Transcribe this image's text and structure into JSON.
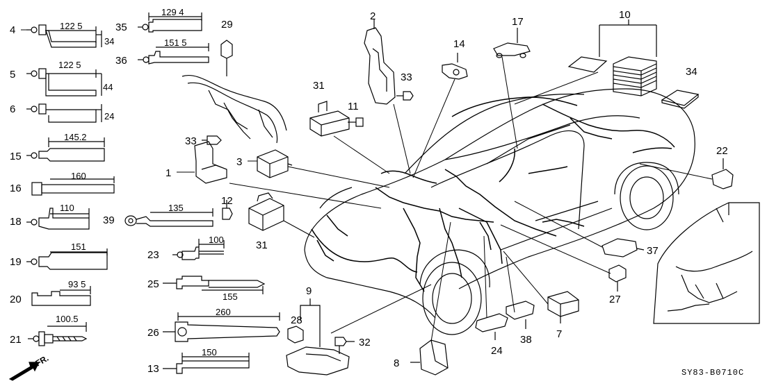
{
  "diagram": {
    "code": "SY83-B0710C",
    "direction_label": "FR.",
    "callouts": {
      "p1": "1",
      "p2": "2",
      "p3": "3",
      "p4": "4",
      "p5": "5",
      "p6": "6",
      "p7": "7",
      "p8": "8",
      "p9": "9",
      "p10": "10",
      "p11": "11",
      "p12": "12",
      "p13": "13",
      "p14": "14",
      "p15": "15",
      "p16": "16",
      "p17": "17",
      "p18": "18",
      "p19": "19",
      "p20": "20",
      "p21": "21",
      "p22": "22",
      "p23": "23",
      "p24": "24",
      "p25": "25",
      "p26": "26",
      "p27": "27",
      "p28": "28",
      "p29": "29",
      "p31a": "31",
      "p31b": "31",
      "p32": "32",
      "p33a": "33",
      "p33b": "33",
      "p34": "34",
      "p35": "35",
      "p36": "36",
      "p37": "37",
      "p38": "38",
      "p39": "39"
    },
    "dimensions": {
      "d4_len": "122 5",
      "d4_h": "34",
      "d5_len": "122 5",
      "d5_h": "44",
      "d6_h": "24",
      "d15": "145.2",
      "d16": "160",
      "d18": "110",
      "d19": "151",
      "d20": "93 5",
      "d21": "100.5",
      "d35": "129 4",
      "d36": "151 5",
      "d39": "135",
      "d23": "100",
      "d25": "155",
      "d26": "260",
      "d13": "150"
    }
  }
}
